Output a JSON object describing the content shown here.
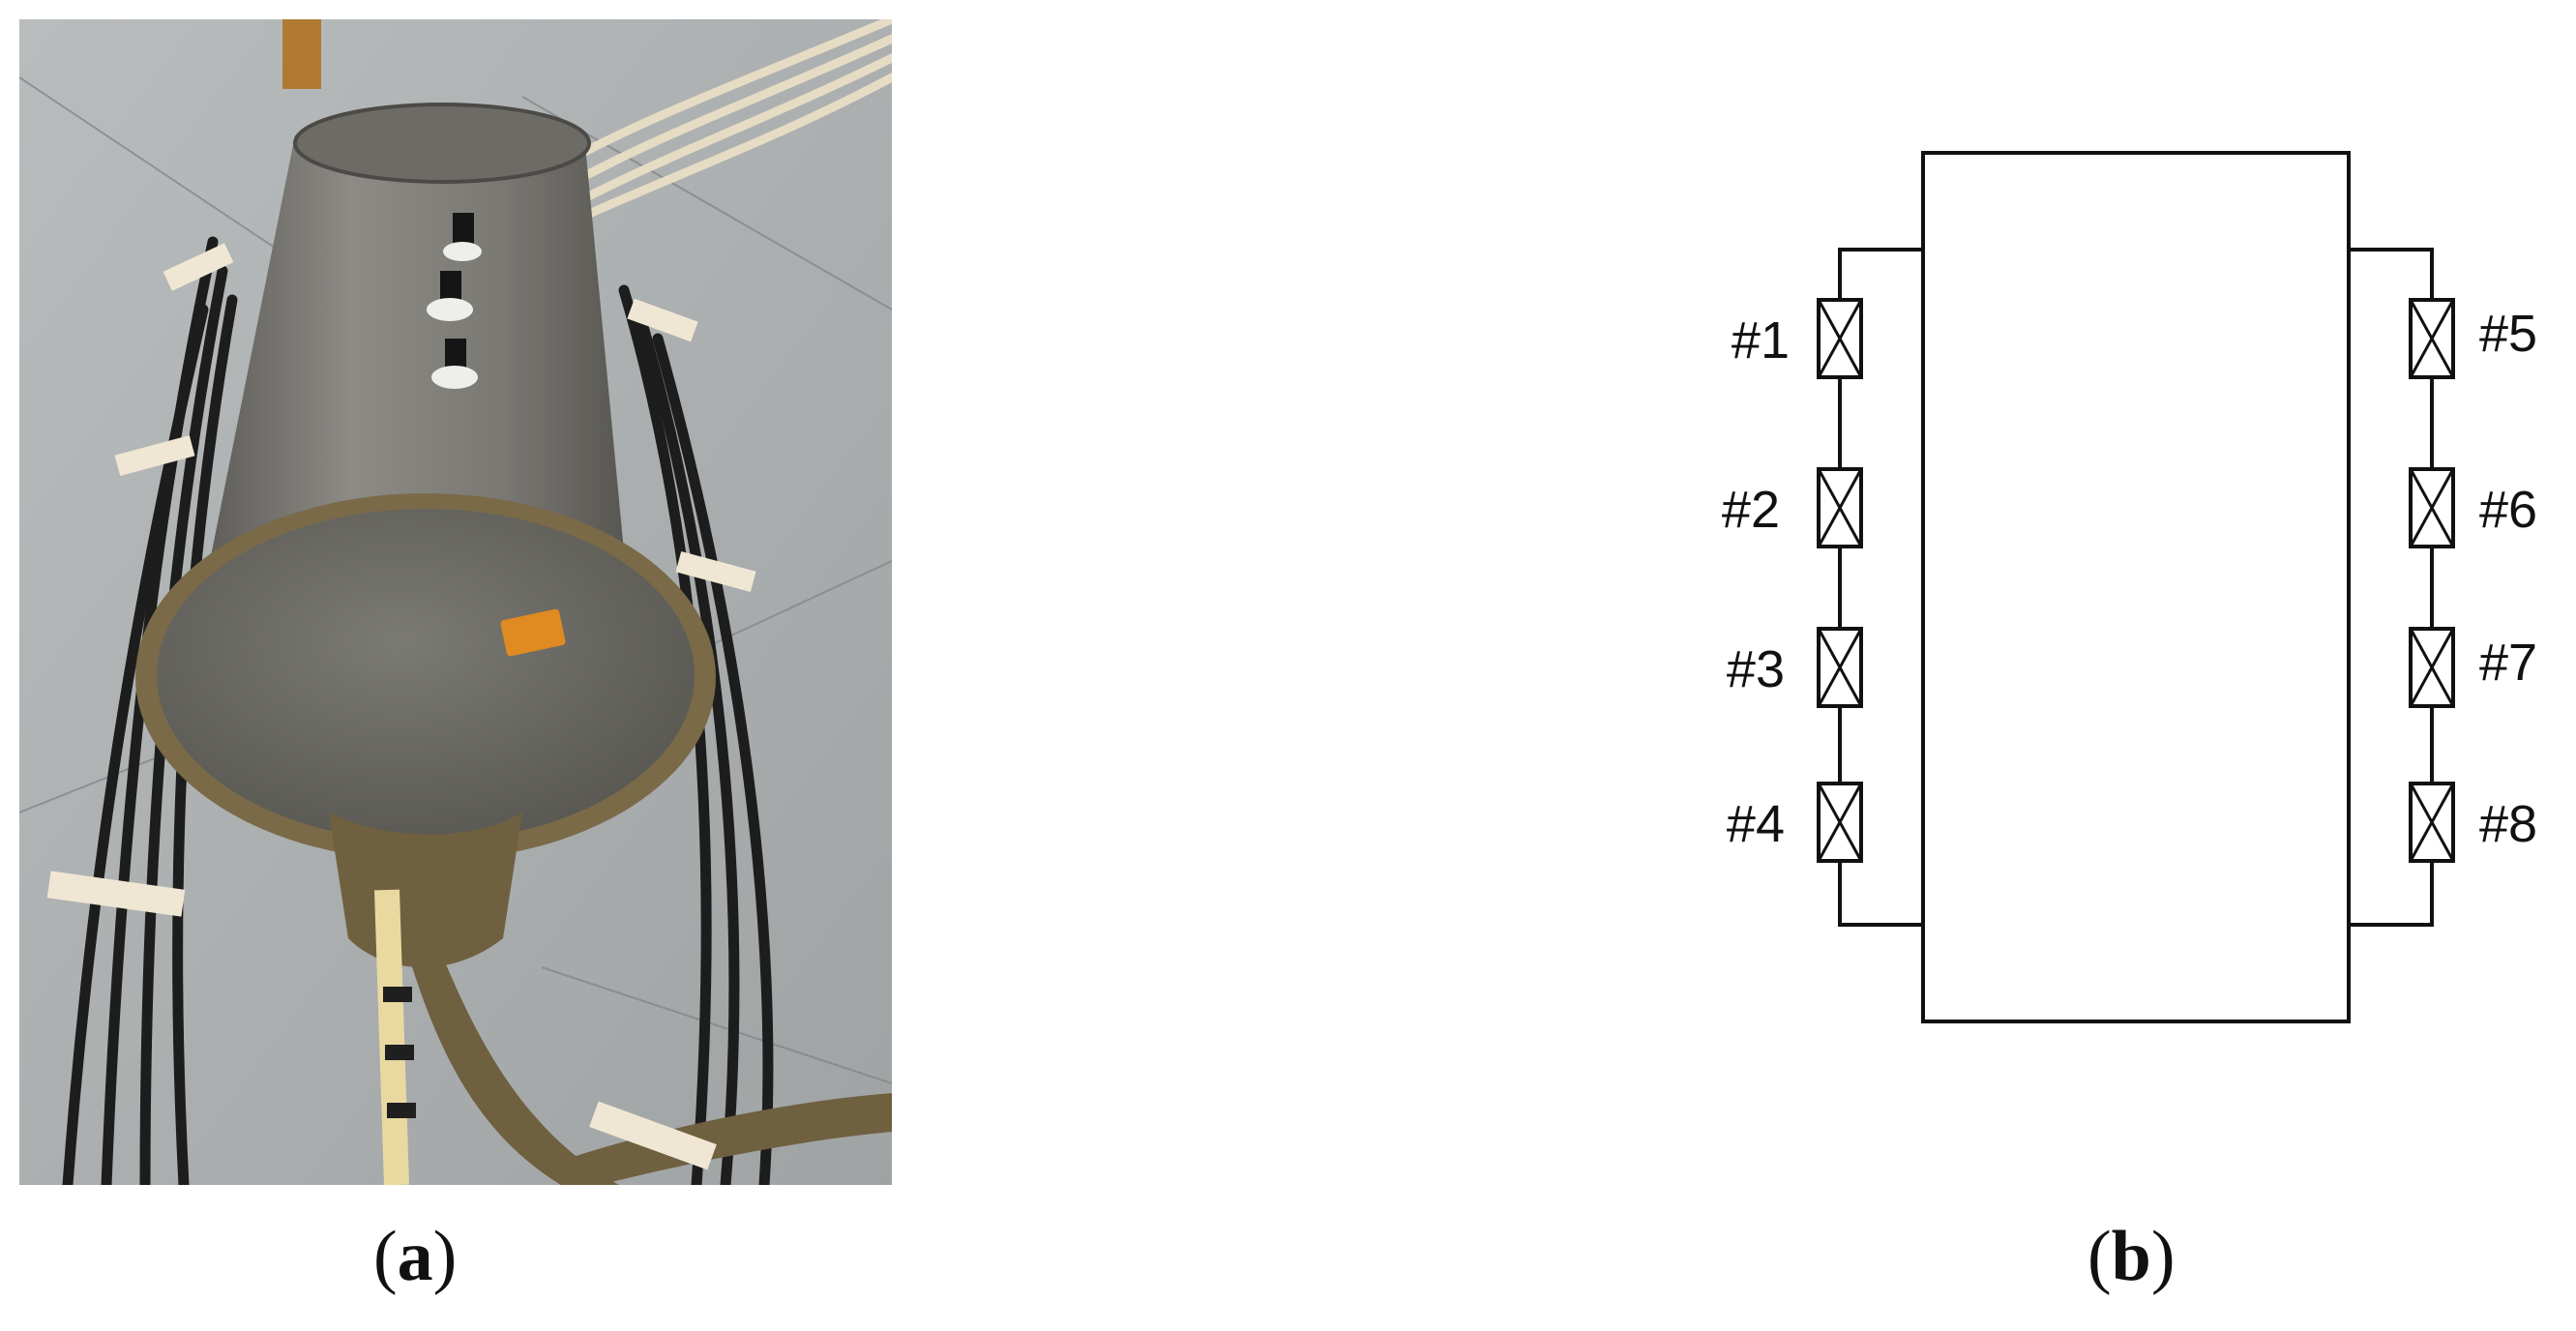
{
  "panels": {
    "a": {
      "caption_open": "(",
      "caption_letter": "a",
      "caption_close": ")"
    },
    "b": {
      "caption_open": "(",
      "caption_letter": "b",
      "caption_close": ")"
    }
  },
  "diagram": {
    "left_sensors": [
      "#1",
      "#2",
      "#3",
      "#4"
    ],
    "right_sensors": [
      "#5",
      "#6",
      "#7",
      "#8"
    ]
  }
}
